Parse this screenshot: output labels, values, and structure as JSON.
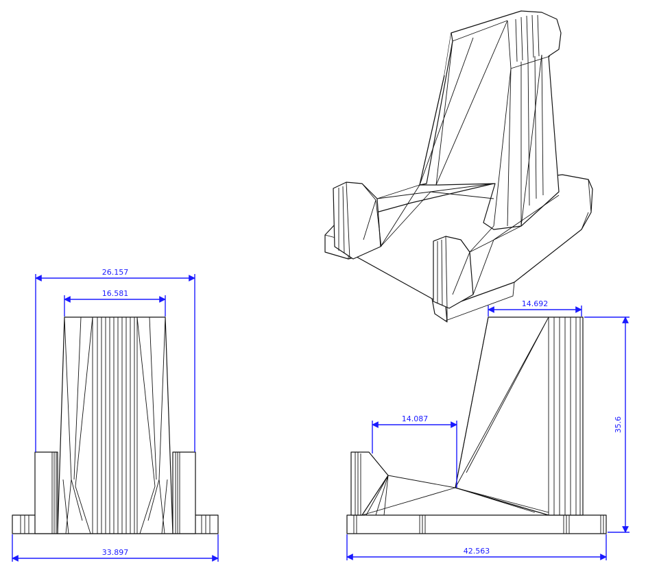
{
  "dimensions": {
    "front_outer_width": "26.157",
    "front_top_width": "16.581",
    "front_base_width": "33.897",
    "side_top_width": "14.692",
    "side_lip_distance": "14.087",
    "side_height": "35.6",
    "side_base_length": "42.563"
  },
  "colors": {
    "dimension": "#1a1aff",
    "line": "#111111",
    "background": "#ffffff"
  }
}
